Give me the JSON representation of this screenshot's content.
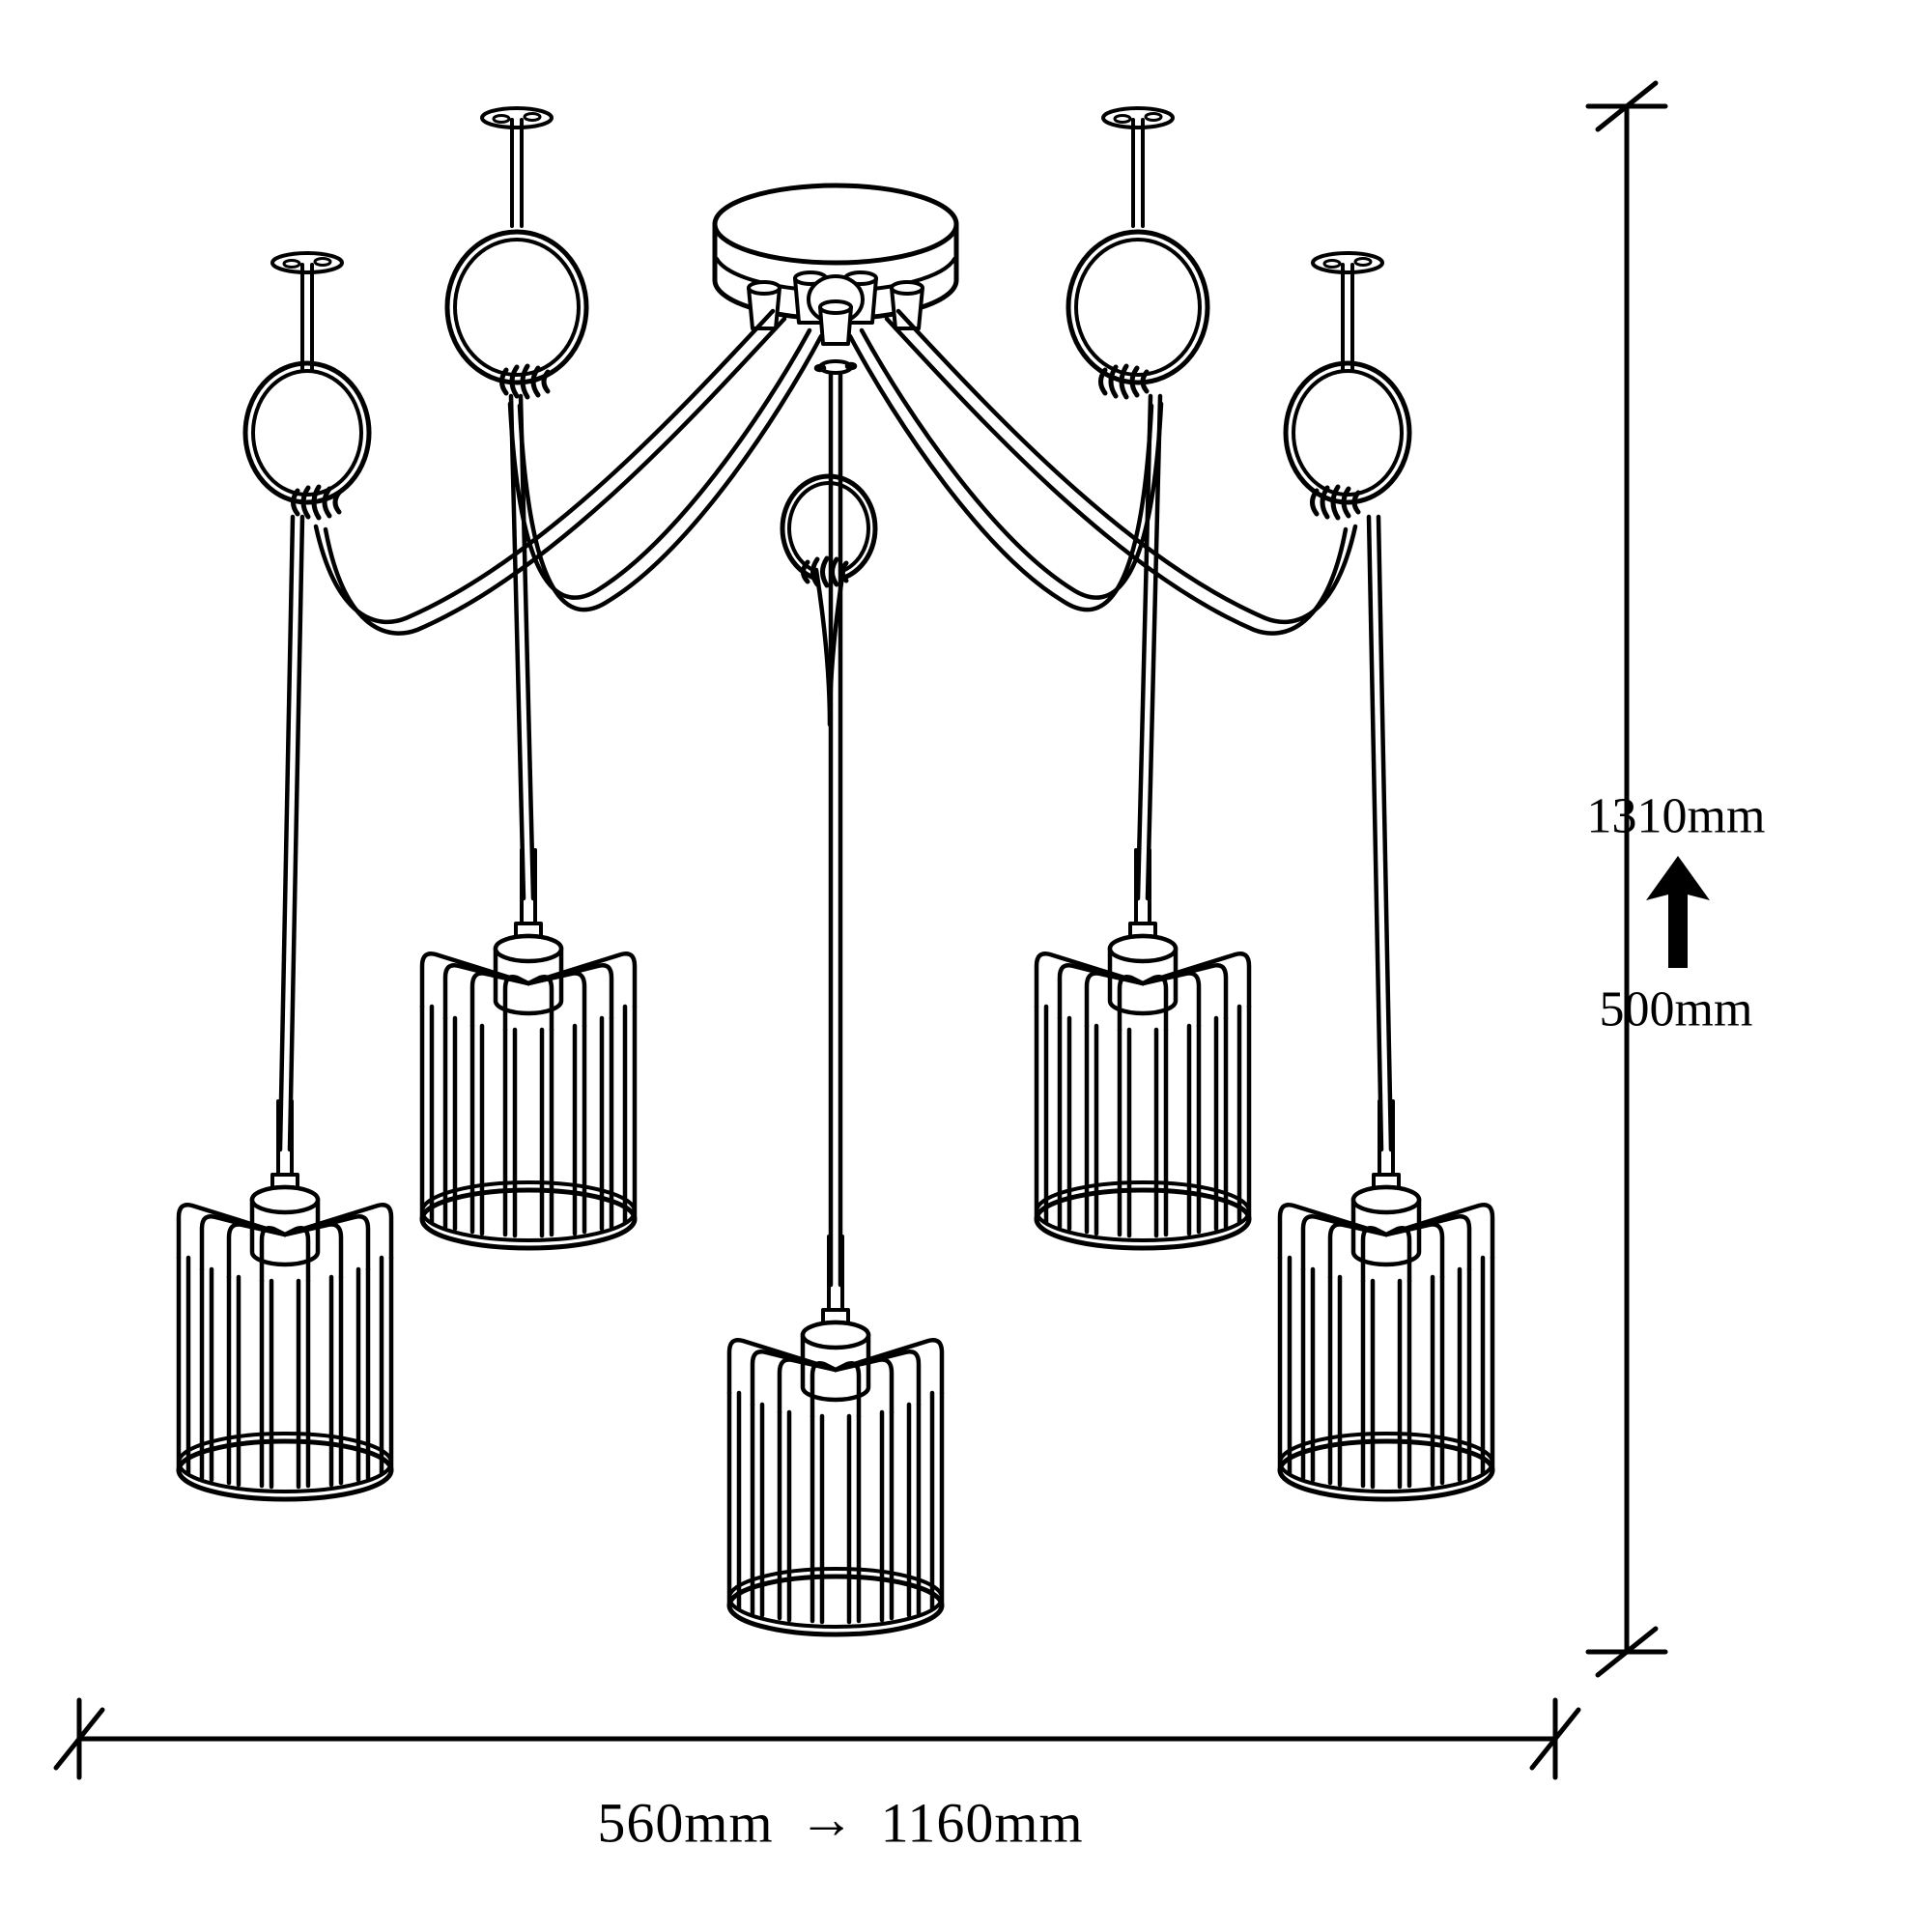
{
  "document": {
    "type": "technical-dimension-drawing",
    "subject": "5-light spider cage pendant chandelier",
    "background_color": "#ffffff",
    "line_color": "#000000"
  },
  "dimensions": {
    "vertical": {
      "max_label": "1310mm",
      "min_label": "500mm",
      "adjust_icon": "up-arrow-icon",
      "arrow_glyph": "↑",
      "meaning": "adjustable drop height"
    },
    "horizontal": {
      "min_label": "560mm",
      "max_label": "1160mm",
      "spread_icon": "right-arrow-icon",
      "arrow_glyph": "→",
      "meaning": "adjustable spread width"
    }
  },
  "fixture": {
    "canopy": {
      "name": "ceiling-canopy",
      "outlets": 5
    },
    "lamp_count": 5,
    "hook_count": 4,
    "shade": {
      "name": "cylindrical-wire-cage-shade",
      "vertical_bars": 9,
      "top_spokes": 8
    },
    "lamps": [
      {
        "id": 1,
        "position": "far-left"
      },
      {
        "id": 2,
        "position": "left"
      },
      {
        "id": 3,
        "position": "center"
      },
      {
        "id": 4,
        "position": "right"
      },
      {
        "id": 5,
        "position": "far-right"
      }
    ]
  }
}
